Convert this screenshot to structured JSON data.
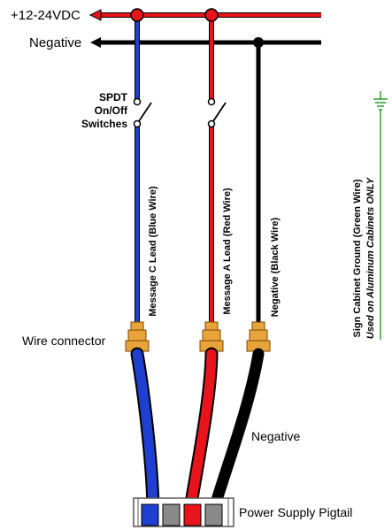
{
  "labels": {
    "supply": "+12-24VDC",
    "negative_bus": "Negative",
    "switches_line1": "SPDT",
    "switches_line2": "On/Off",
    "switches_line3": "Switches",
    "wire_blue": "Message C Lead (Blue Wire)",
    "wire_red": "Message A Lead (Red Wire)",
    "wire_black": "Negative (Black Wire)",
    "ground_line1": "Sign Cabinet Ground (Green Wire)",
    "ground_line2": "Used on Aluminum Cabinets ONLY",
    "wire_connector": "Wire connector",
    "negative_pigtail": "Negative",
    "pigtail": "Power Supply Pigtail"
  },
  "colors": {
    "blue_wire": "#1f3fd1",
    "red_wire": "#e8141c",
    "black_wire": "#000000",
    "green_wire": "#2ca02c",
    "connector": "#e8a33a",
    "connector_dark": "#a96a12",
    "terminal": "#8a8a8a"
  }
}
